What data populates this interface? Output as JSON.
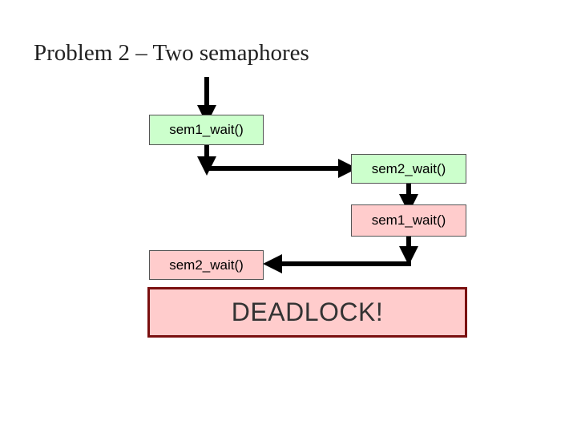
{
  "title": "Problem 2 – Two semaphores",
  "boxes": {
    "p1_sem1": "sem1_wait()",
    "p2_sem2": "sem2_wait()",
    "p2_sem1": "sem1_wait()",
    "p1_sem2": "sem2_wait()"
  },
  "deadlock": "DEADLOCK!",
  "colors": {
    "green_box": "#ccffcc",
    "pink_box": "#ffcccc",
    "deadlock_border": "#7a0f0f",
    "arrow": "#000000"
  }
}
